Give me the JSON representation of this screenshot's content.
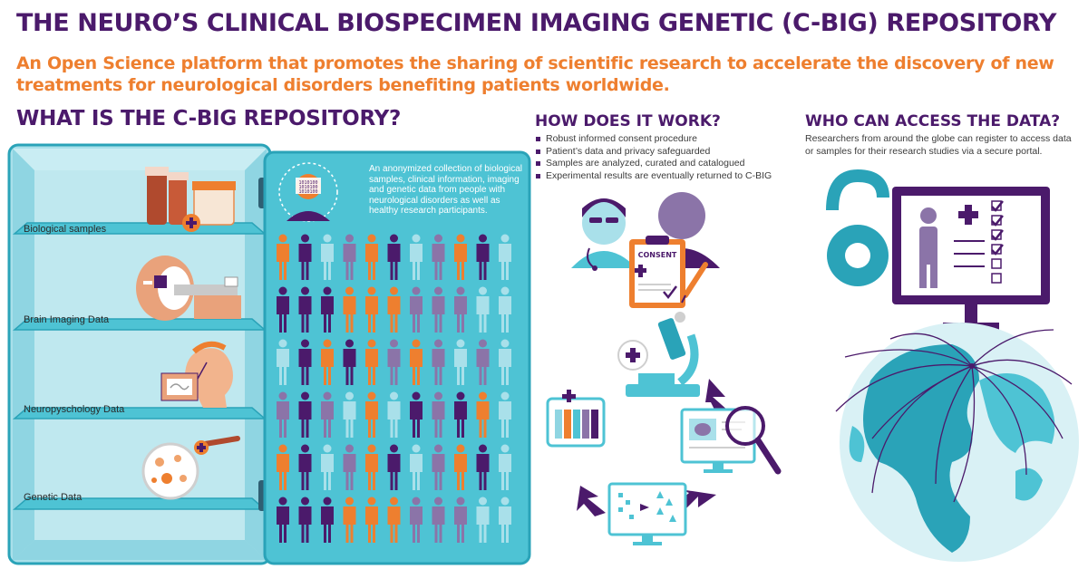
{
  "header": {
    "title": "THE NEURO’S CLINICAL BIOSPECIMEN IMAGING GENETIC (C-BIG) REPOSITORY",
    "subtitle": "An Open Science platform that promotes the sharing of scientific research to accelerate the discovery of new treatments for neurological disorders benefiting patients worldwide."
  },
  "what": {
    "heading": "WHAT IS THE C-BIG REPOSITORY?",
    "description": "An anonymized collection of biological samples, clinical information, imaging and genetic data from people with neurological disorders as well as healthy research participants.",
    "shelves": [
      "Biological samples",
      "Brain Imaging Data",
      "Neuropyschology Data",
      "Genetic Data"
    ],
    "binary_lines": [
      "1010100",
      "1010100",
      "1010100"
    ]
  },
  "how": {
    "heading": "HOW DOES IT WORK?",
    "items": [
      "Robust informed consent procedure",
      "Patient’s data and privacy safeguarded",
      "Samples are analyzed, curated and catalogued",
      "Experimental results are eventually returned to C-BIG"
    ],
    "consent_label": "CONSENT"
  },
  "who": {
    "heading": "WHO CAN ACCESS THE DATA?",
    "text": "Researchers from around the globe can register to access data or samples for their research studies via a secure portal."
  },
  "colors": {
    "purple": "#4b1a6b",
    "orange": "#ee7f2f",
    "teal": "#4ec3d4",
    "light_teal": "#a9e0ea",
    "dark_teal": "#2aa3b8"
  },
  "icons": {
    "fridge": "fridge-icon",
    "open_access": "open-access-lock-icon",
    "globe": "globe-icon",
    "microscope": "microscope-icon",
    "monitor": "monitor-icon",
    "magnifier": "magnifying-glass-icon",
    "clipboard": "clipboard-icon",
    "pen": "pen-icon"
  }
}
